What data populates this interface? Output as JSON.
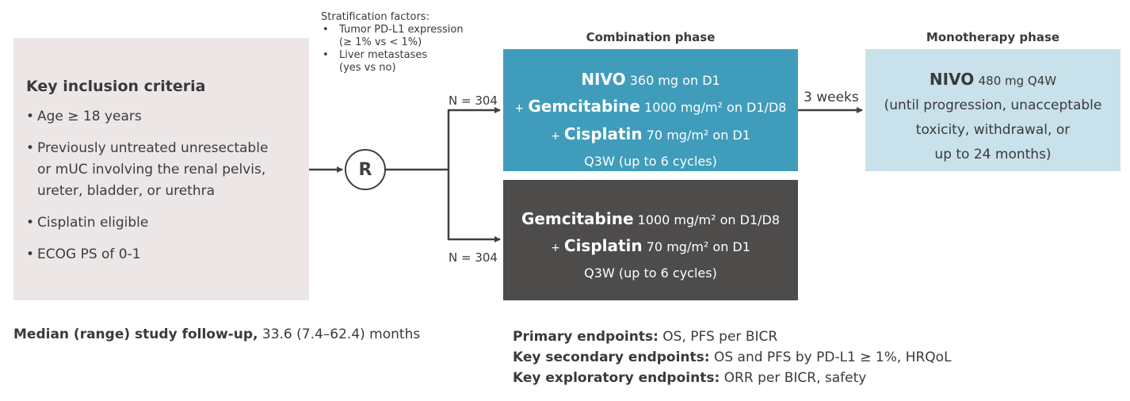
{
  "inclusion": {
    "title": "Key inclusion criteria",
    "bullet_char": "•",
    "items": [
      [
        "Age ≥ 18 years"
      ],
      [
        "Previously untreated unresectable",
        "or mUC involving the renal pelvis,",
        "ureter, bladder, or urethra"
      ],
      [
        "Cisplatin eligible"
      ],
      [
        "ECOG PS of 0-1"
      ]
    ]
  },
  "stratification": {
    "title": "Stratification factors:",
    "bullet_char": "•",
    "items": [
      {
        "main": "Tumor PD-L1 expression",
        "sub": "(≥ 1% vs < 1%)"
      },
      {
        "main": "Liver metastases",
        "sub": "(yes vs no)"
      }
    ]
  },
  "randomization": {
    "label": "R"
  },
  "arms": {
    "top_n": "N = 304",
    "bottom_n": "N = 304"
  },
  "combination": {
    "title": "Combination phase",
    "nivo": {
      "name": "NIVO",
      "dose": "360 mg on D1"
    },
    "gem": {
      "prefix": "+",
      "name": "Gemcitabine",
      "dose": "1000 mg/m² on D1/D8"
    },
    "cis": {
      "prefix": "+",
      "name": "Cisplatin",
      "dose": "70 mg/m² on D1"
    },
    "schedule": "Q3W (up to 6 cycles)"
  },
  "control": {
    "gem": {
      "name": "Gemcitabine",
      "dose": "1000 mg/m² on D1/D8"
    },
    "cis": {
      "prefix": "+",
      "name": "Cisplatin",
      "dose": "70 mg/m² on D1"
    },
    "schedule": "Q3W (up to 6 cycles)"
  },
  "transition": {
    "label": "3 weeks"
  },
  "monotherapy": {
    "title": "Monotherapy phase",
    "nivo": {
      "name": "NIVO",
      "dose": "480 mg Q4W"
    },
    "lines": [
      "(until progression, unacceptable",
      "toxicity, withdrawal, or",
      "up to 24 months)"
    ]
  },
  "followup": {
    "label": "Median (range) study follow-up,",
    "value": "33.6 (7.4–62.4) months"
  },
  "endpoints": [
    {
      "label": "Primary endpoints:",
      "value": "OS, PFS per BICR"
    },
    {
      "label": "Key secondary endpoints:",
      "value": "OS and PFS by PD-L1 ≥ 1%, HRQoL"
    },
    {
      "label": "Key exploratory endpoints:",
      "value": "ORR per BICR, safety"
    }
  ],
  "colors": {
    "combination_box": "#3f9cbb",
    "control_box": "#4e4b4b",
    "monotherapy_box": "#c8e1ea",
    "inclusion_box": "#ece6e6",
    "line": "#404040"
  }
}
